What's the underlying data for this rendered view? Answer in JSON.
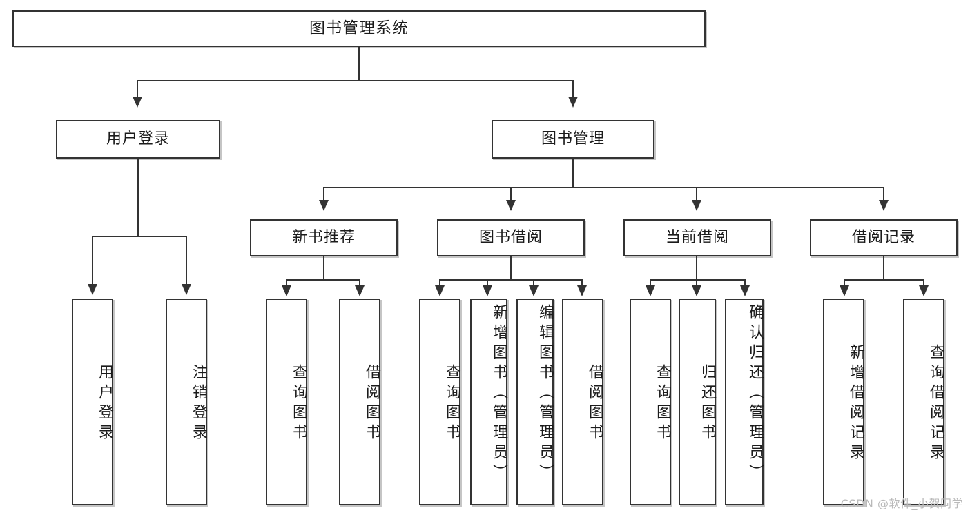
{
  "diagram": {
    "title": "图书管理系统",
    "watermark": "CSDN @软件_小贺同学",
    "level1": {
      "label": "图书管理系统"
    },
    "level2": [
      {
        "label": "用户登录"
      },
      {
        "label": "图书管理"
      }
    ],
    "level3": [
      {
        "label": "新书推荐"
      },
      {
        "label": "图书借阅"
      },
      {
        "label": "当前借阅"
      },
      {
        "label": "借阅记录"
      }
    ],
    "leaves": [
      {
        "label": "用户登录"
      },
      {
        "label": "注销登录"
      },
      {
        "label": "查询图书"
      },
      {
        "label": "借阅图书"
      },
      {
        "label": "查询图书"
      },
      {
        "label": "新增图书（管理员）"
      },
      {
        "label": "编辑图书（管理员）"
      },
      {
        "label": "借阅图书"
      },
      {
        "label": "查询图书"
      },
      {
        "label": "归还图书"
      },
      {
        "label": "确认归还（管理员）"
      },
      {
        "label": "新增借阅记录"
      },
      {
        "label": "查询借阅记录"
      }
    ]
  },
  "colors": {
    "stroke": "#333333",
    "background": "#ffffff",
    "text": "#1b1b1b",
    "watermark": "#b9b9b9"
  }
}
